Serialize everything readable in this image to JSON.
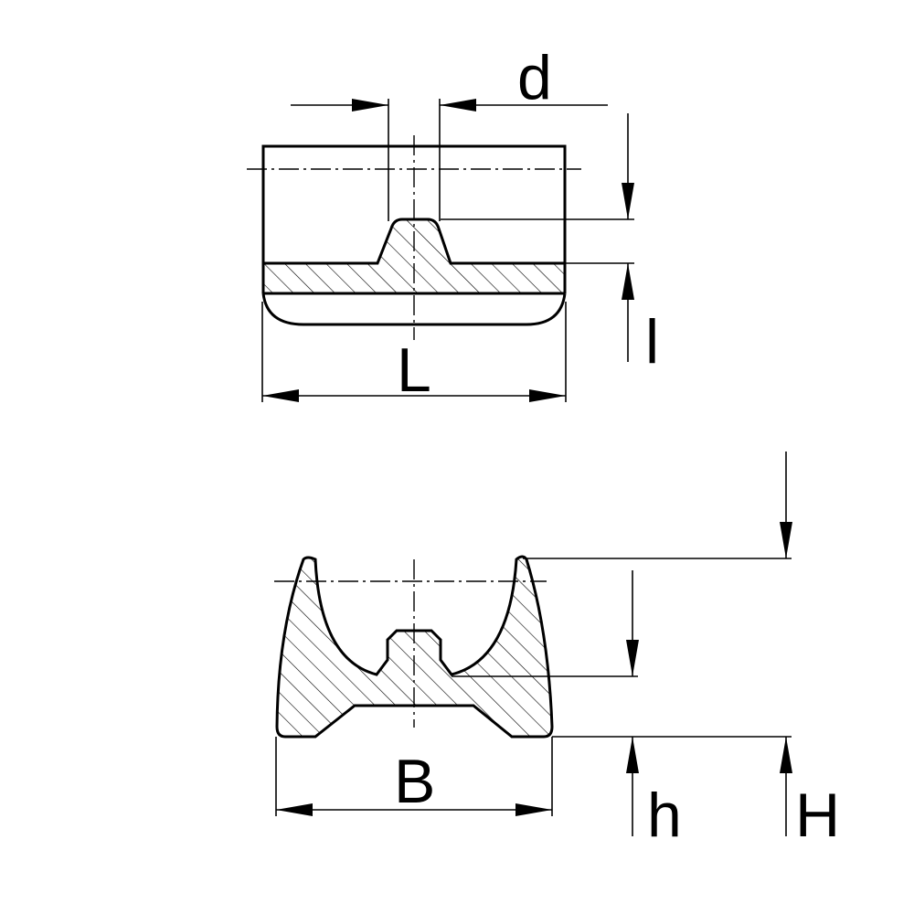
{
  "top_view": {
    "labels": {
      "d": "d",
      "l": "l",
      "L": "L"
    }
  },
  "section_view": {
    "labels": {
      "B": "B",
      "h": "h",
      "H": "H"
    }
  },
  "colors": {
    "line": "#000000",
    "background": "#ffffff"
  }
}
